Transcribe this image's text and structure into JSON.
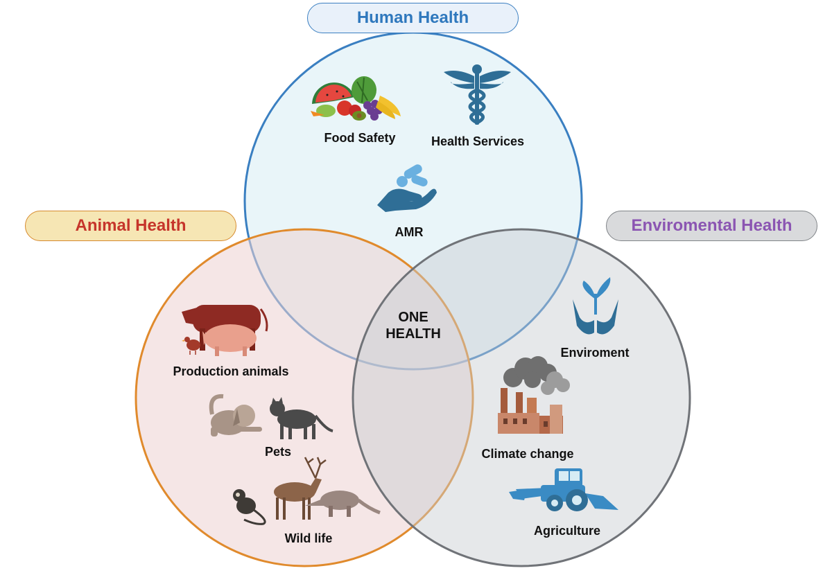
{
  "diagram": {
    "human_health": {
      "title": "Human Health",
      "color": "#3a7fc1",
      "items": {
        "food_safety": "Food Safety",
        "health_services": "Health Services",
        "amr": "AMR"
      }
    },
    "animal_health": {
      "title": "Animal Health",
      "color": "#e08a2c",
      "items": {
        "production_animals": "Production animals",
        "pets": "Pets",
        "wild_life": "Wild life"
      }
    },
    "environmental_health": {
      "title": "Enviromental Health",
      "color": "#707378",
      "items": {
        "environment": "Enviroment",
        "climate_change": "Climate change",
        "agriculture": "Agriculture"
      }
    },
    "center": {
      "line1": "ONE",
      "line2": "HEALTH"
    }
  },
  "icons": [
    "fruit-vegetables-icon",
    "caduceus-icon",
    "pills-hand-icon",
    "cow-pig-chicken-icon",
    "dog-cat-icon",
    "monkey-deer-aardvark-icon",
    "plant-hands-icon",
    "factory-smoke-icon",
    "tractor-icon"
  ]
}
